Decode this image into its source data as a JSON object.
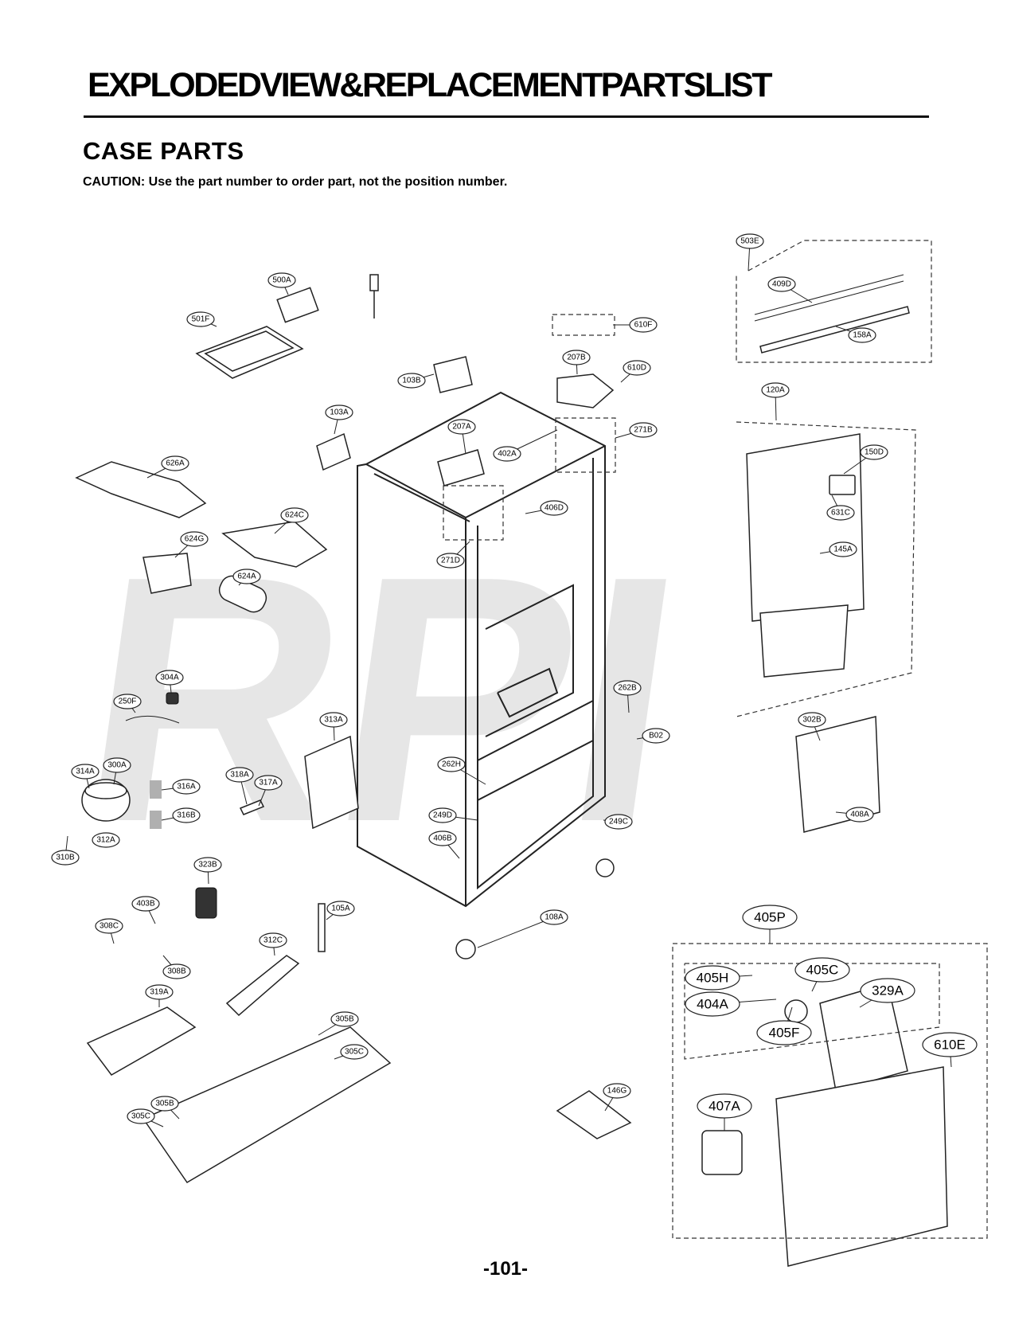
{
  "header": {
    "title": "EXPLODEDVIEW&REPLACEMENTPARTSLIST",
    "section": "CASE PARTS",
    "caution": "CAUTION: Use the part number to order part, not the position number."
  },
  "watermark": "RPI",
  "page_number": "-101-",
  "callouts": [
    "503E",
    "409D",
    "158A",
    "500A",
    "501F",
    "610F",
    "610D",
    "207B",
    "103B",
    "120A",
    "103A",
    "207A",
    "402A",
    "271B",
    "150D",
    "626A",
    "406D",
    "631C",
    "624C",
    "624G",
    "271D",
    "145A",
    "624A",
    "304A",
    "250F",
    "262B",
    "313A",
    "B02",
    "302B",
    "314A",
    "300A",
    "316A",
    "318A",
    "317A",
    "262H",
    "316B",
    "249D",
    "249C",
    "408A",
    "312A",
    "310B",
    "406B",
    "323B",
    "105A",
    "108A",
    "403B",
    "308C",
    "312C",
    "308B",
    "319A",
    "305B",
    "305C",
    "146G",
    "405P",
    "405H",
    "405C",
    "329A",
    "404A",
    "405F",
    "610E",
    "407A"
  ],
  "large_callouts": [
    "405P",
    "405H",
    "405C",
    "329A",
    "404A",
    "405F",
    "610E",
    "407A"
  ]
}
